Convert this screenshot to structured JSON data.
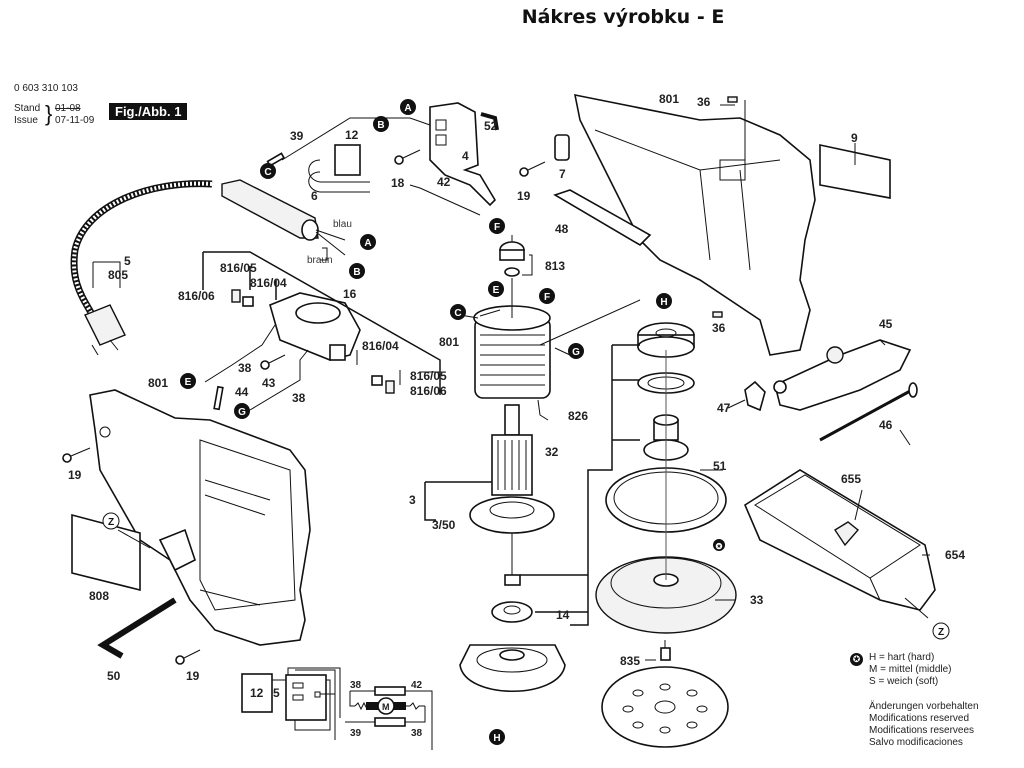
{
  "title": "Nákres výrobku - E",
  "header": {
    "part_number": "0 603 310 103",
    "stand_label": "Stand",
    "issue_label": "Issue",
    "stand_value": "01-08",
    "issue_value": "07-11-09",
    "figure_badge": "Fig./Abb. 1"
  },
  "connector_labels": [
    "A",
    "B",
    "C",
    "E",
    "F",
    "G",
    "H"
  ],
  "wire_colors": {
    "blue": "blau",
    "brown": "braun"
  },
  "parts": [
    {
      "id": "4"
    },
    {
      "id": "5"
    },
    {
      "id": "6"
    },
    {
      "id": "7"
    },
    {
      "id": "9"
    },
    {
      "id": "12"
    },
    {
      "id": "14"
    },
    {
      "id": "16"
    },
    {
      "id": "18"
    },
    {
      "id": "19"
    },
    {
      "id": "3"
    },
    {
      "id": "3/50"
    },
    {
      "id": "32"
    },
    {
      "id": "33"
    },
    {
      "id": "36"
    },
    {
      "id": "38"
    },
    {
      "id": "39"
    },
    {
      "id": "42"
    },
    {
      "id": "43"
    },
    {
      "id": "44"
    },
    {
      "id": "45"
    },
    {
      "id": "46"
    },
    {
      "id": "47"
    },
    {
      "id": "48"
    },
    {
      "id": "50"
    },
    {
      "id": "51"
    },
    {
      "id": "52"
    },
    {
      "id": "654"
    },
    {
      "id": "655"
    },
    {
      "id": "801"
    },
    {
      "id": "805"
    },
    {
      "id": "808"
    },
    {
      "id": "813"
    },
    {
      "id": "816/04"
    },
    {
      "id": "816/05"
    },
    {
      "id": "816/06"
    },
    {
      "id": "826"
    },
    {
      "id": "835"
    }
  ],
  "callouts": {
    "p4": "4",
    "p5": "5",
    "p6": "6",
    "p7": "7",
    "p9": "9",
    "p12": "12",
    "p14": "14",
    "p16": "16",
    "p18": "18",
    "p19a": "19",
    "p19b": "19",
    "p19c": "19",
    "p3": "3",
    "p3_50": "3/50",
    "p32": "32",
    "p33": "33",
    "p36a": "36",
    "p36b": "36",
    "p38a": "38",
    "p38b": "38",
    "p39": "39",
    "p42": "42",
    "p43": "43",
    "p44": "44",
    "p45": "45",
    "p46": "46",
    "p47": "47",
    "p48": "48",
    "p50": "50",
    "p51": "51",
    "p52": "52",
    "p654": "654",
    "p655": "655",
    "p801a": "801",
    "p801b": "801",
    "p801c": "801",
    "p805": "805",
    "p808": "808",
    "p813": "813",
    "p816_04a": "816/04",
    "p816_05a": "816/05",
    "p816_06a": "816/06",
    "p816_04b": "816/04",
    "p816_05b": "816/05",
    "p816_06b": "816/06",
    "p826": "826",
    "p835": "835",
    "z": "Z"
  },
  "schematic": {
    "switch": "12",
    "cord": "5",
    "motor": "M",
    "top_left": "38",
    "top_right": "42",
    "bottom_left": "39",
    "bottom_right": "38"
  },
  "legend": {
    "symbol": "✪",
    "items": [
      "H = hart (hard)",
      "M = mittel (middle)",
      "S = weich (soft)"
    ]
  },
  "notes": [
    "Änderungen vorbehalten",
    "Modifications reserved",
    "Modifications reservees",
    "Salvo modificaciones"
  ]
}
